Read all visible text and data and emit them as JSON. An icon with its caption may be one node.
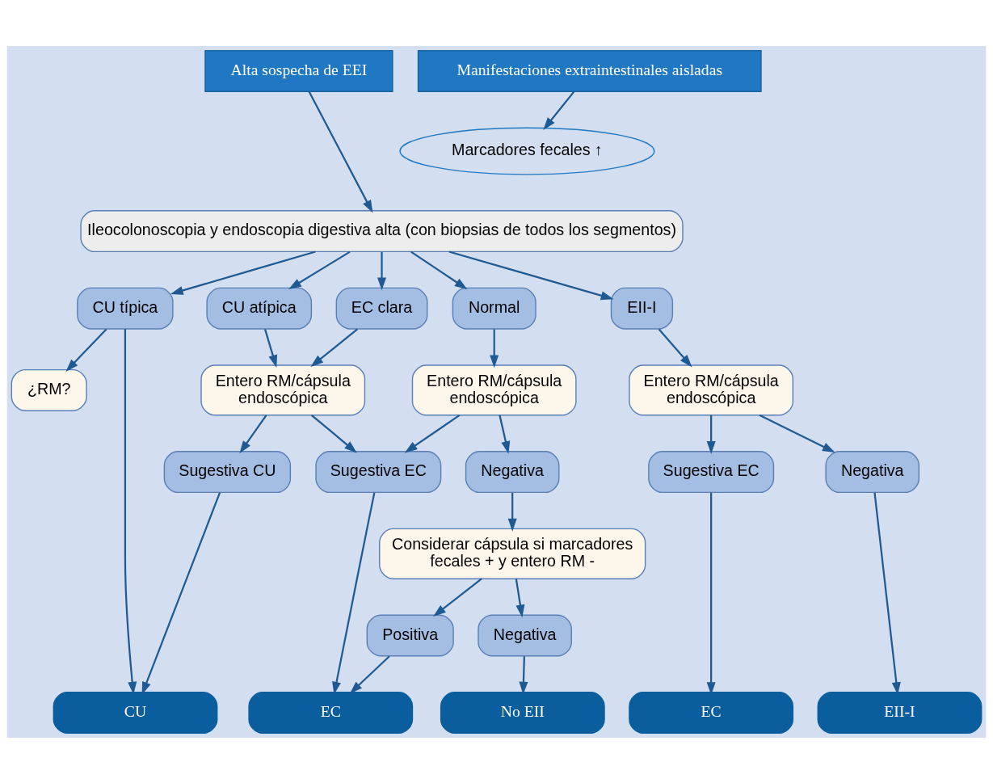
{
  "diagram": {
    "nodes": [
      {
        "text": [
          "Alta sospecha de EEI"
        ]
      },
      {
        "text": [
          "Manifestaciones extraintestinales aisladas"
        ]
      },
      {
        "text": [
          "Marcadores fecales ↑"
        ]
      },
      {
        "text": [
          "Ileocolonoscopia y endoscopia digestiva alta (con biopsias de todos los segmentos)"
        ]
      },
      {
        "text": [
          "CU típica"
        ]
      },
      {
        "text": [
          "CU atípica"
        ]
      },
      {
        "text": [
          "EC clara"
        ]
      },
      {
        "text": [
          "Normal"
        ]
      },
      {
        "text": [
          "EII-I"
        ]
      },
      {
        "text": [
          "¿RM?"
        ]
      },
      {
        "text": [
          "Entero RM/cápsula endoscópica"
        ]
      },
      {
        "text": [
          "Entero RM/cápsula endoscópica"
        ]
      },
      {
        "text": [
          "Entero RM/cápsula endoscópica"
        ]
      },
      {
        "text": [
          "Sugestiva CU"
        ]
      },
      {
        "text": [
          "Sugestiva EC"
        ]
      },
      {
        "text": [
          "Negativa"
        ]
      },
      {
        "text": [
          "Sugestiva EC"
        ]
      },
      {
        "text": [
          "Negativa"
        ]
      },
      {
        "text": [
          "Considerar cápsula si marcadores fecales + y entero RM -"
        ]
      },
      {
        "text": [
          "Positiva"
        ]
      },
      {
        "text": [
          "Negativa"
        ]
      },
      {
        "text": [
          "CU"
        ]
      },
      {
        "text": [
          "EC"
        ]
      },
      {
        "text": [
          "No EII"
        ]
      },
      {
        "text": [
          "EC"
        ]
      },
      {
        "text": [
          "EII-I"
        ]
      }
    ],
    "edges": [
      {
        "from": 0,
        "to": 3,
        "arrow": "to"
      },
      {
        "from": 1,
        "to": 2,
        "arrow": "to"
      },
      {
        "from": 3,
        "to": 4,
        "arrow": "to"
      },
      {
        "from": 3,
        "to": 5,
        "arrow": "to"
      },
      {
        "from": 3,
        "to": 6,
        "arrow": "to"
      },
      {
        "from": 3,
        "to": 7,
        "arrow": "to"
      },
      {
        "from": 3,
        "to": 8,
        "arrow": "to"
      },
      {
        "from": 4,
        "to": 9,
        "arrow": "to"
      },
      {
        "from": 4,
        "to": 21,
        "arrow": "to"
      },
      {
        "from": 5,
        "to": 10,
        "arrow": "to"
      },
      {
        "from": 6,
        "to": 10,
        "arrow": "to"
      },
      {
        "from": 7,
        "to": 11,
        "arrow": "to"
      },
      {
        "from": 8,
        "to": 12,
        "arrow": "to"
      },
      {
        "from": 10,
        "to": 13,
        "arrow": "to"
      },
      {
        "from": 10,
        "to": 14,
        "arrow": "to"
      },
      {
        "from": 11,
        "to": 14,
        "arrow": "to"
      },
      {
        "from": 11,
        "to": 15,
        "arrow": "to"
      },
      {
        "from": 12,
        "to": 16,
        "arrow": "to"
      },
      {
        "from": 12,
        "to": 17,
        "arrow": "to"
      },
      {
        "from": 13,
        "to": 21,
        "arrow": "to"
      },
      {
        "from": 14,
        "to": 22,
        "arrow": "to"
      },
      {
        "from": 15,
        "to": 18,
        "arrow": "to"
      },
      {
        "from": 18,
        "to": 19,
        "arrow": "to"
      },
      {
        "from": 18,
        "to": 20,
        "arrow": "to"
      },
      {
        "from": 19,
        "to": 22,
        "arrow": "to"
      },
      {
        "from": 20,
        "to": 23,
        "arrow": "to"
      },
      {
        "from": 16,
        "to": 24,
        "arrow": "to"
      },
      {
        "from": 17,
        "to": 25,
        "arrow": "to"
      }
    ]
  }
}
